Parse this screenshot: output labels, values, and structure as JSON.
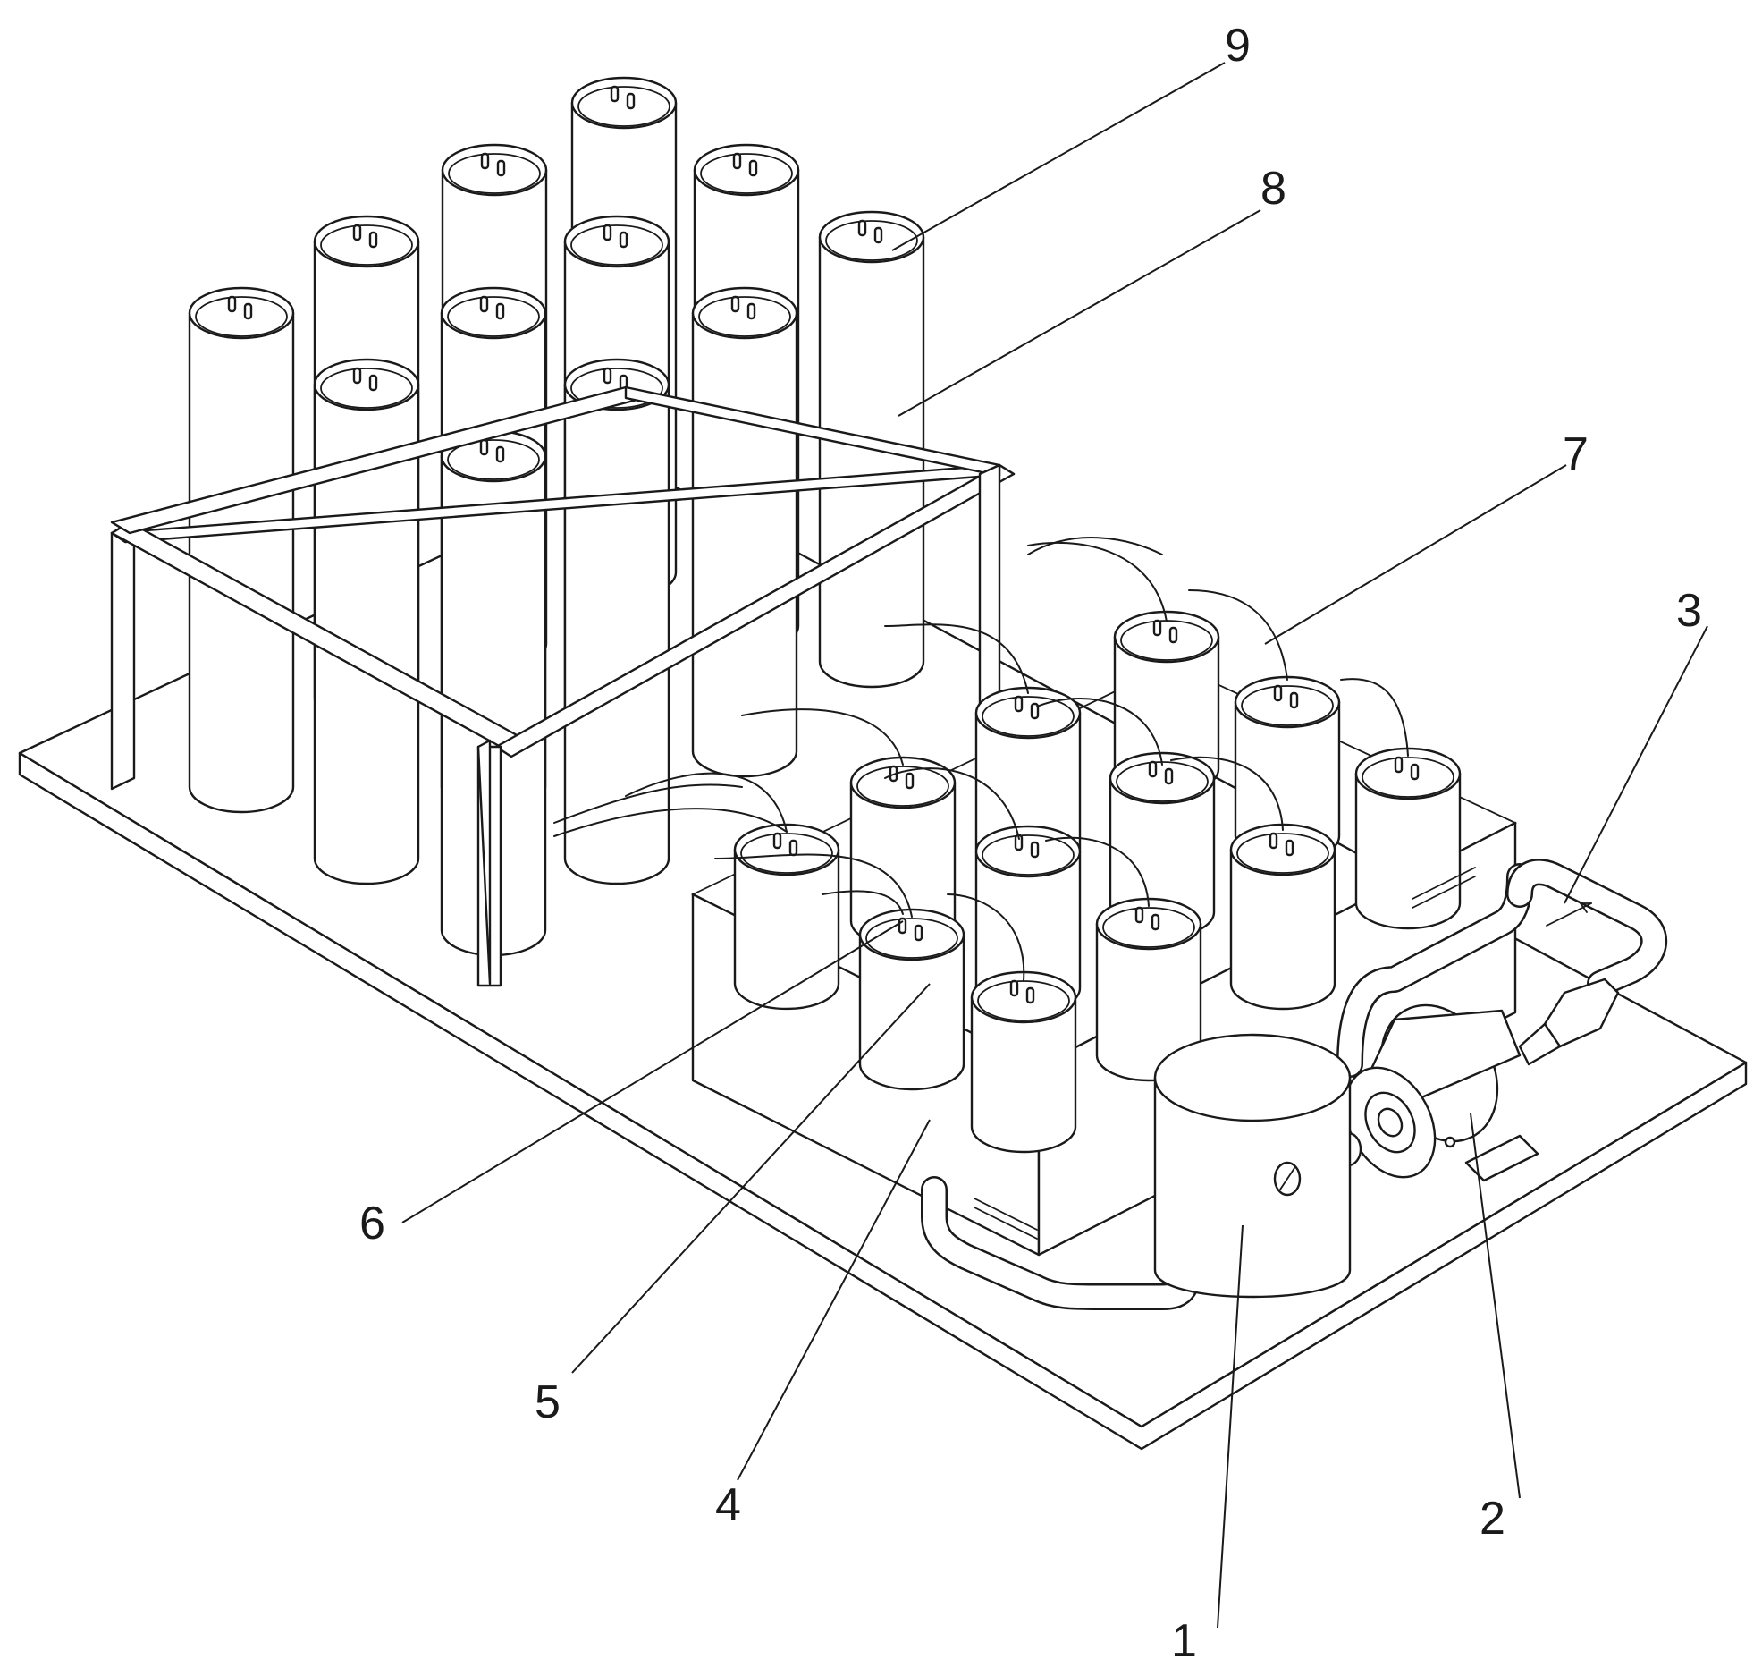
{
  "figure": {
    "labels": [
      {
        "id": "1",
        "text": "1"
      },
      {
        "id": "2",
        "text": "2"
      },
      {
        "id": "3",
        "text": "3"
      },
      {
        "id": "4",
        "text": "4"
      },
      {
        "id": "5",
        "text": "5"
      },
      {
        "id": "6",
        "text": "6"
      },
      {
        "id": "7",
        "text": "7"
      },
      {
        "id": "8",
        "text": "8"
      },
      {
        "id": "9",
        "text": "9"
      }
    ]
  },
  "colors": {
    "line": "#1a1a1a",
    "fill": "#ffffff"
  }
}
